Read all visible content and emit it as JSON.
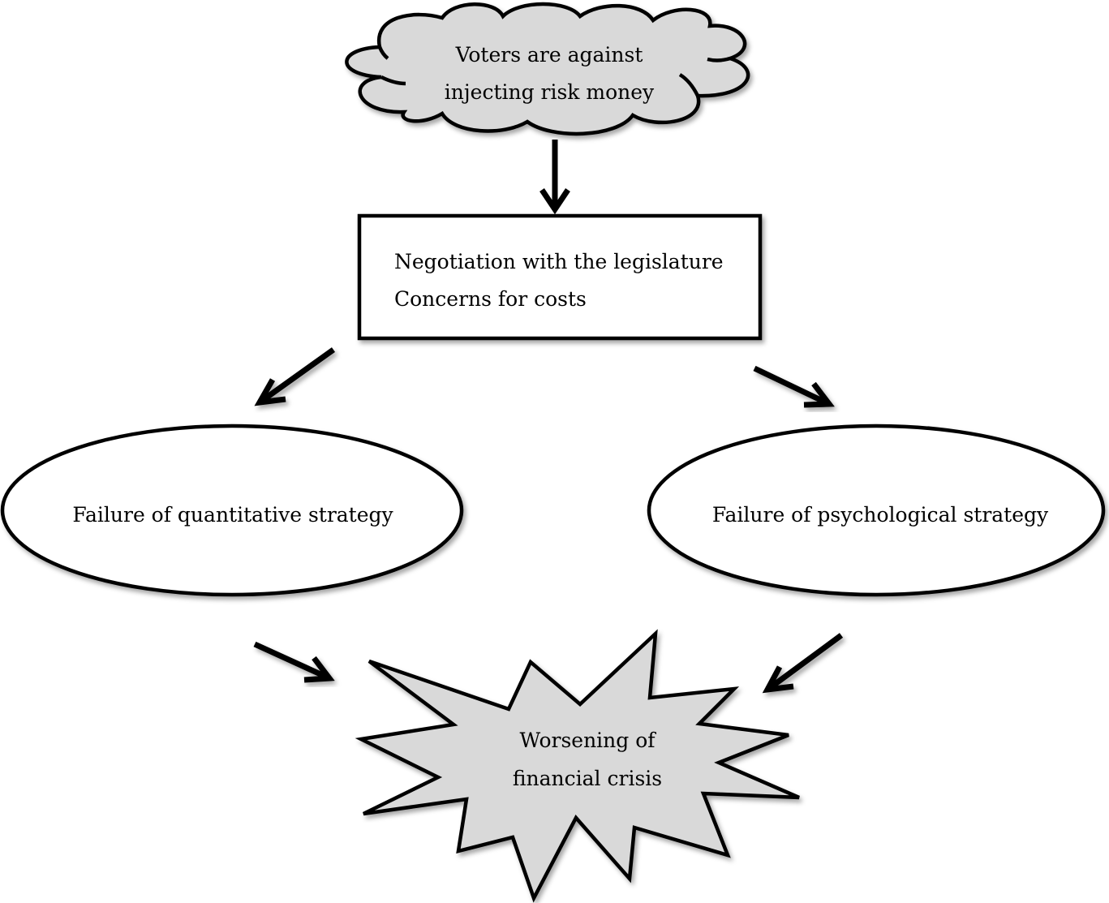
{
  "colors": {
    "shape_fill_gray": "#d9d9d9",
    "shape_fill_white": "#ffffff",
    "stroke": "#000000",
    "text": "#000000"
  },
  "cloud": {
    "line1": "Voters are against",
    "line2": "injecting risk money"
  },
  "box": {
    "line1": "Negotiation with the legislature",
    "line2": "Concerns for costs"
  },
  "left_ellipse": {
    "label": "Failure of quantitative strategy"
  },
  "right_ellipse": {
    "label": "Failure of psychological strategy"
  },
  "burst": {
    "line1": "Worsening of",
    "line2": "financial crisis"
  }
}
